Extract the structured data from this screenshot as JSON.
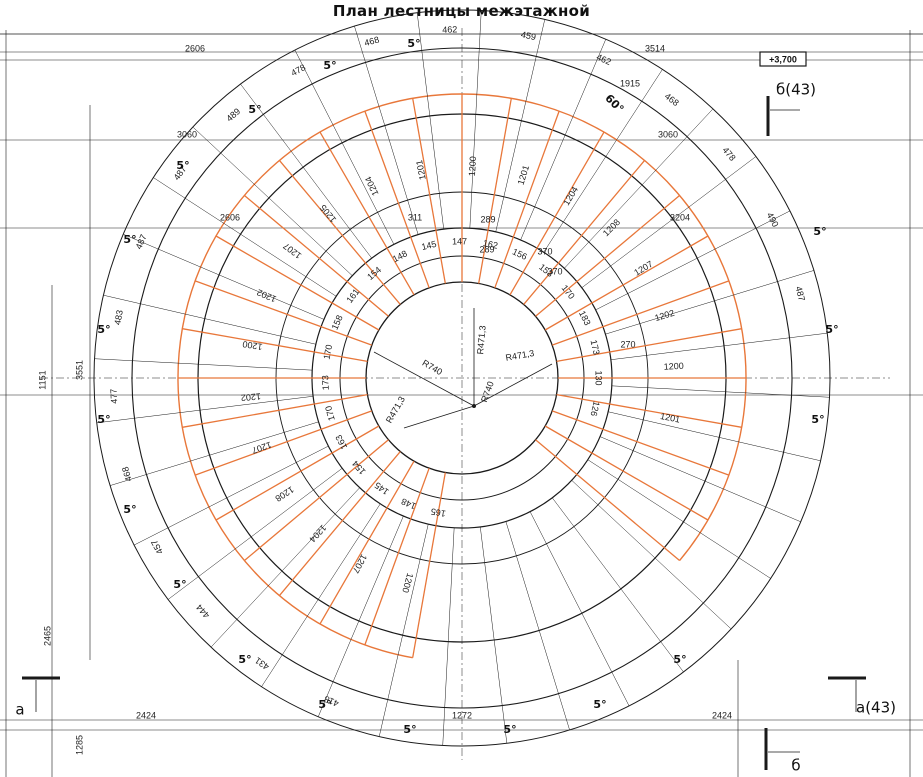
{
  "title": "План лестницы межэтажной",
  "level_mark": "+3,700",
  "section_marks": [
    "б(43)",
    "a",
    "a(43)",
    "б"
  ],
  "angles": {
    "step": "5°",
    "arc": "60°"
  },
  "radii": [
    "R471,3",
    "R740",
    "R471,3",
    "R740",
    "R471,3"
  ],
  "top_dims": [
    "2606",
    "3514",
    "3060",
    "3060",
    "2606",
    "3204",
    "1915"
  ],
  "bottom_dims": [
    "2424",
    "1272",
    "2424"
  ],
  "left_dims": [
    "1151",
    "3551",
    "2465",
    "1285"
  ],
  "outer_chords": [
    "418",
    "431",
    "444",
    "457",
    "468",
    "477",
    "483",
    "487",
    "487",
    "489",
    "478",
    "468",
    "462",
    "459",
    "462",
    "468",
    "478",
    "490",
    "487"
  ],
  "step_lengths": [
    "1200",
    "1207",
    "1204",
    "1208",
    "1207",
    "1202",
    "1200",
    "1202",
    "1207",
    "1205",
    "1204",
    "1201",
    "1200",
    "1201",
    "1204",
    "1208",
    "1207",
    "1202",
    "1200",
    "1201"
  ],
  "mid_chords": [
    "311",
    "289",
    "289",
    "370",
    "370",
    "270"
  ],
  "inner_chords": [
    "165",
    "148",
    "145",
    "154",
    "163",
    "170",
    "173",
    "170",
    "158",
    "161",
    "154",
    "148",
    "145",
    "147",
    "162",
    "156",
    "153",
    "170",
    "183",
    "173",
    "130",
    "126"
  ],
  "colors": {
    "line": "#1a1a1a",
    "tread": "#e8773a"
  }
}
